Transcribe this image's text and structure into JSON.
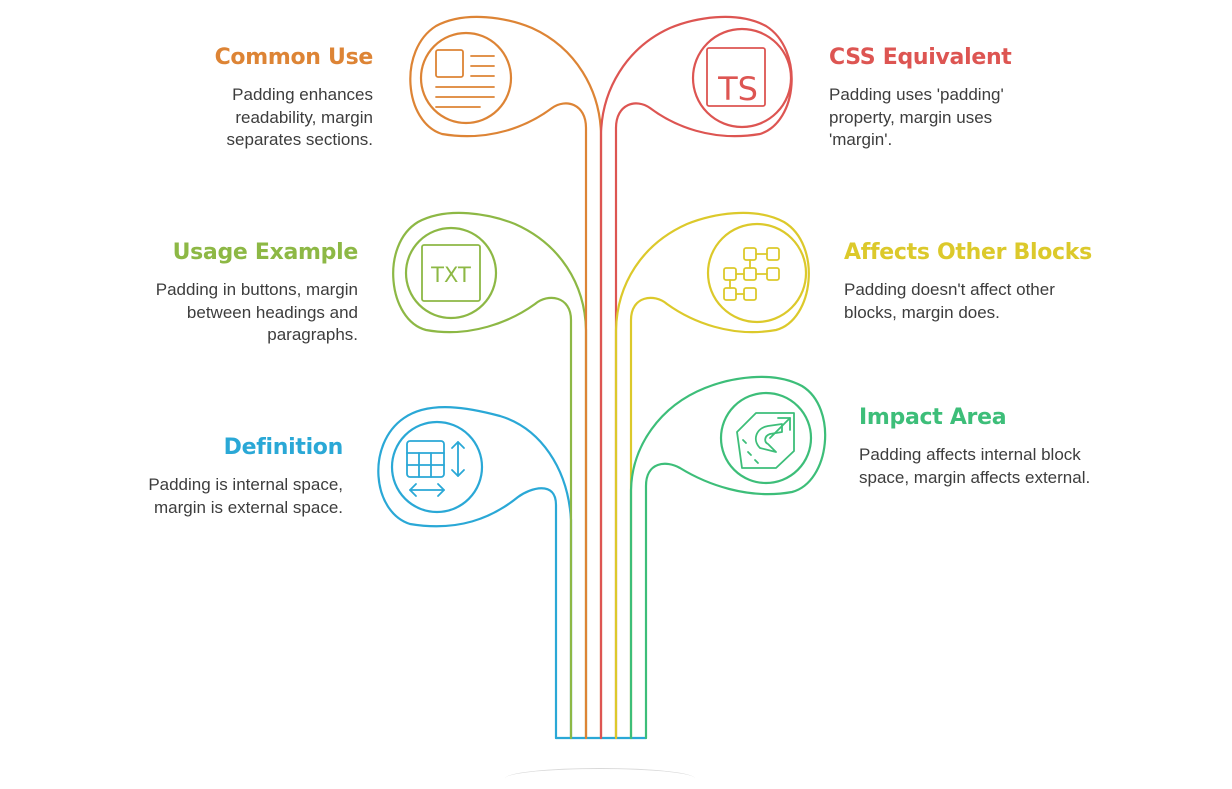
{
  "branches": {
    "common_use": {
      "title": "Common Use",
      "text": "Padding enhances readability, margin separates sections.",
      "color": "#dd8435",
      "icon": "document-icon"
    },
    "css_equivalent": {
      "title": "CSS Equivalent",
      "text": "Padding uses 'padding' property, margin uses 'margin'.",
      "color": "#dd5552",
      "icon": "typescript-file-icon",
      "icon_text": "TS"
    },
    "usage_example": {
      "title": "Usage Example",
      "text": "Padding in buttons, margin between headings and paragraphs.",
      "color": "#8db845",
      "icon": "text-file-icon",
      "icon_text": "TXT"
    },
    "affects_other_blocks": {
      "title": "Affects Other Blocks",
      "text": "Padding doesn't affect other blocks, margin does.",
      "color": "#dcc92b",
      "icon": "blocks-structure-icon"
    },
    "definition": {
      "title": "Definition",
      "text": "Padding is internal space, margin is external space.",
      "color": "#2aa8d6",
      "icon": "table-resize-icon"
    },
    "impact_area": {
      "title": "Impact Area",
      "text": "Padding affects internal block space, margin affects external.",
      "color": "#3dbe79",
      "icon": "magnet-icon"
    }
  }
}
